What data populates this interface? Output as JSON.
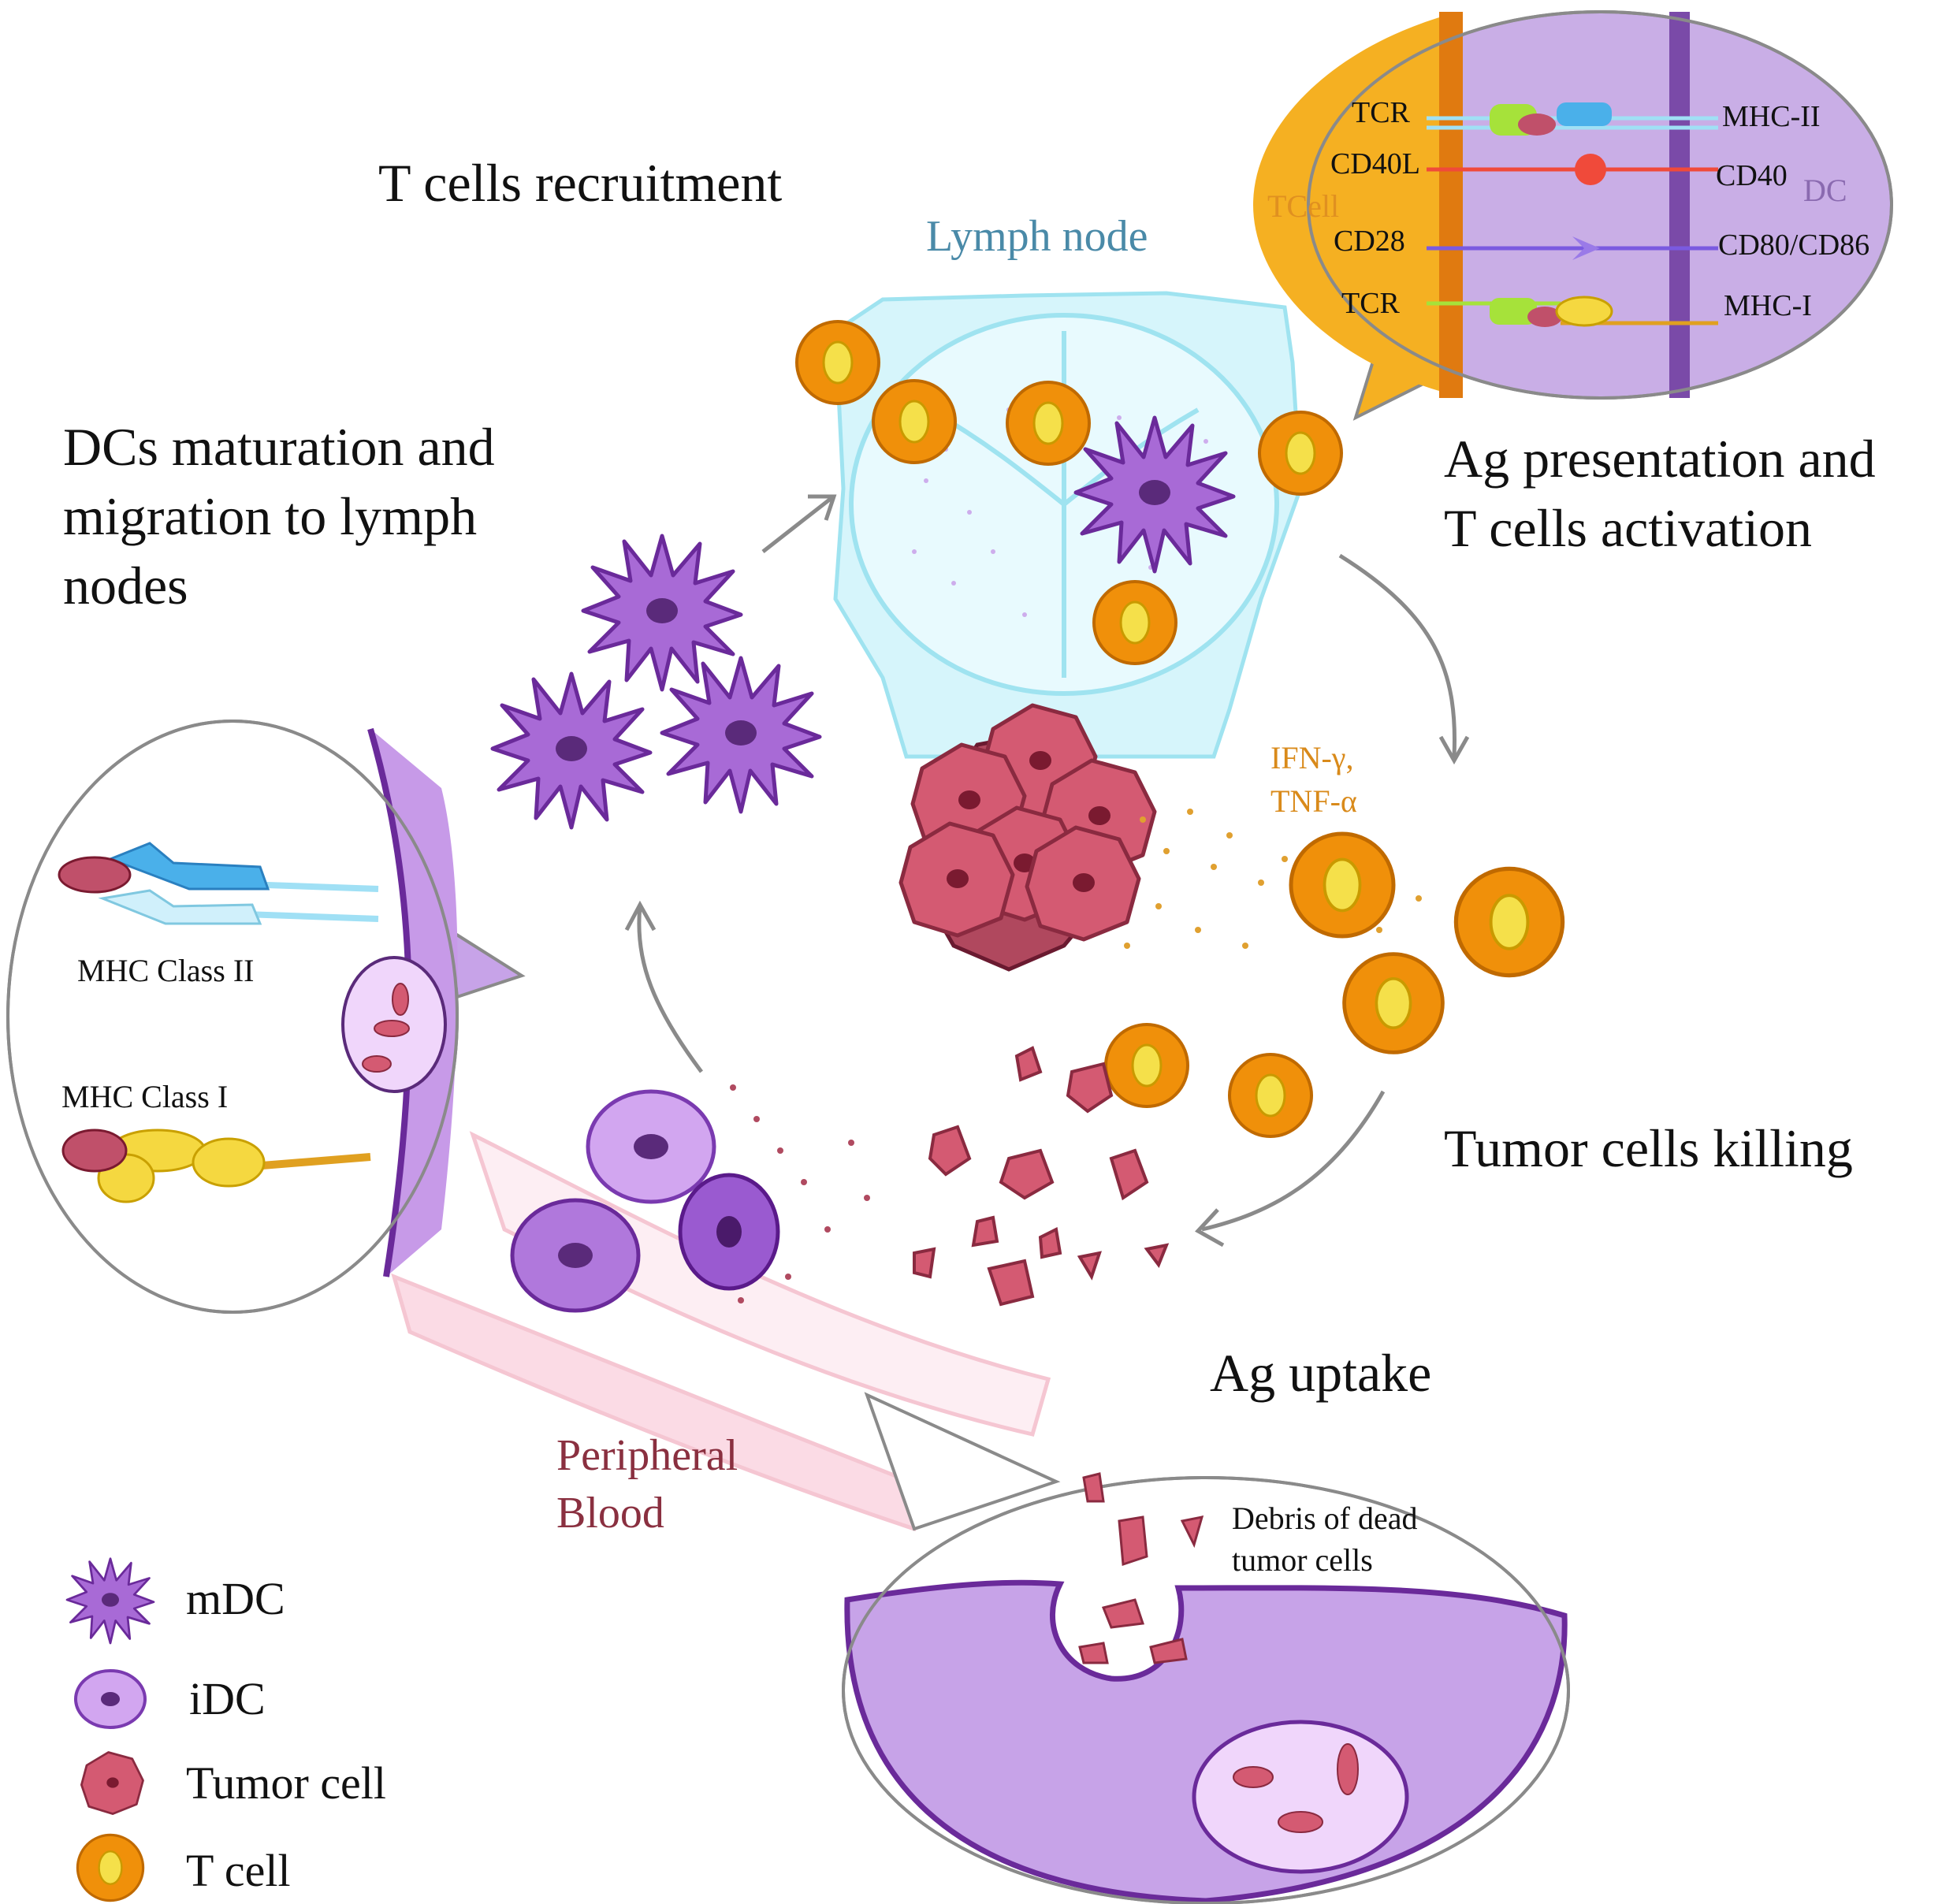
{
  "headings": {
    "t_cells_recruitment": "T cells recruitment",
    "dcs_maturation": [
      "DCs maturation and",
      "migration to lymph",
      "nodes"
    ],
    "ag_presentation": [
      "Ag presentation and",
      "T cells activation"
    ],
    "tumor_cells_killing": "Tumor cells killing",
    "ag_uptake": "Ag uptake"
  },
  "labels": {
    "lymph_node": "Lymph node",
    "cytokines": [
      "IFN-γ,",
      "TNF-α"
    ],
    "peripheral_blood": [
      "Peripheral",
      "Blood"
    ],
    "debris": [
      "Debris of dead",
      "tumor cells"
    ]
  },
  "synapse_callout": {
    "tcell": "TCell",
    "dc": "DC",
    "left_receptors": [
      "TCR",
      "CD40L",
      "CD28",
      "TCR"
    ],
    "right_receptors": [
      "MHC-II",
      "CD40",
      "CD80/CD86",
      "MHC-I"
    ]
  },
  "mhc_callout": {
    "class_ii": "MHC Class II",
    "class_i": "MHC Class I"
  },
  "legend": [
    {
      "icon": "mdc-icon",
      "label": "mDC"
    },
    {
      "icon": "idc-icon",
      "label": "iDC"
    },
    {
      "icon": "tumor-cell-icon",
      "label": "Tumor cell"
    },
    {
      "icon": "t-cell-icon",
      "label": "T cell"
    }
  ],
  "colors": {
    "dc_purple": "#8e4fc4",
    "dc_light": "#c79ae8",
    "tcell_orange": "#f0900a",
    "tcell_yellow": "#f5e04a",
    "tumor_red": "#d45a72",
    "tumor_dark": "#8a2a40",
    "lymph_cyan": "#9fe3f0",
    "blood_pink": "#f5c6d2",
    "label_brown": "#8a3040",
    "label_teal": "#4a8aa8",
    "cytokine_orange": "#d98a1a"
  }
}
